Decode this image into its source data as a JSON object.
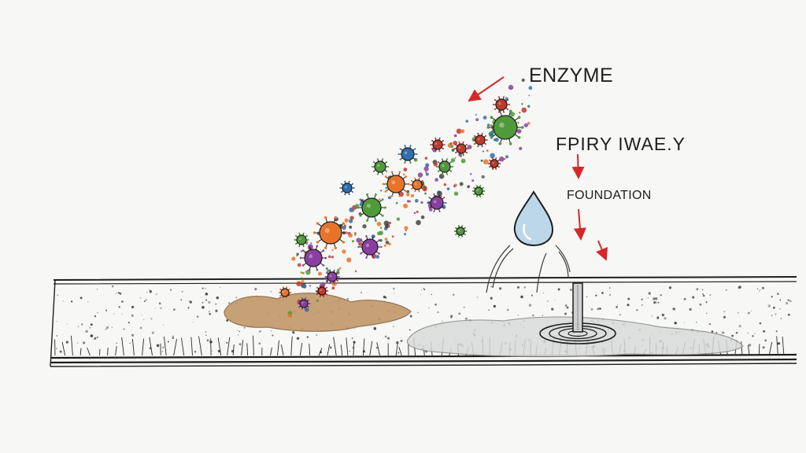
{
  "labels": {
    "enzyme": "ENZYME",
    "garbled": "FPIRY IWAE.Y",
    "foundation": "FOUNDATION"
  },
  "colors": {
    "background": "#f7f7f5",
    "ink": "#1e1e1e",
    "arrow": "#d62828",
    "stain": "#c49a6c",
    "water": "#bcd7ea",
    "puddle": "#d9dadb",
    "microbe_orange": "#e8742c",
    "microbe_purple": "#8a3fa0",
    "microbe_green": "#4f9a3a",
    "microbe_blue": "#2f6fb0",
    "microbe_red": "#c0392b"
  },
  "icons": {
    "droplet": "water-droplet-icon",
    "drain": "floor-drain-icon",
    "microbe": "microbe-icon"
  }
}
